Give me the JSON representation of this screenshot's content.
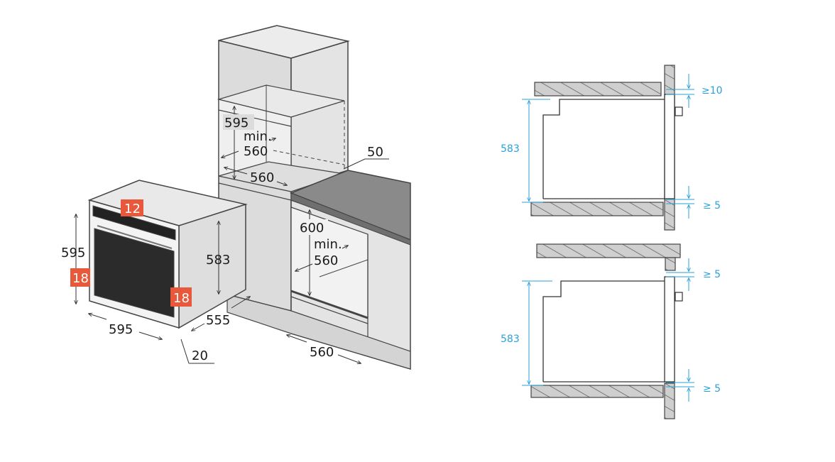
{
  "colors": {
    "accent_blue": "#2aa2d8",
    "badge_orange": "#e8583a",
    "cabinet_fill": "#e6e6e6",
    "countertop": "#8a8a8a",
    "hatch_fill": "#cfcfcf",
    "line": "#333333"
  },
  "iso": {
    "oven_height": "595",
    "oven_width": "595",
    "oven_depth": "555",
    "oven_body_height": "583",
    "front_offset": "20",
    "badge_top": "12",
    "badge_left": "18",
    "badge_right": "18",
    "tall_opening_height": "595",
    "tall_min_label": "min.",
    "tall_min_width": "560",
    "tall_depth": "560",
    "top_gap": "50",
    "under_opening_height": "600",
    "under_min_label": "min.",
    "under_min_width": "560",
    "under_depth": "560"
  },
  "section_top": {
    "height": "583",
    "gap_top": "≥10",
    "gap_bottom": "≥ 5"
  },
  "section_bottom": {
    "height": "583",
    "gap_top": "≥ 5",
    "gap_bottom": "≥ 5"
  }
}
